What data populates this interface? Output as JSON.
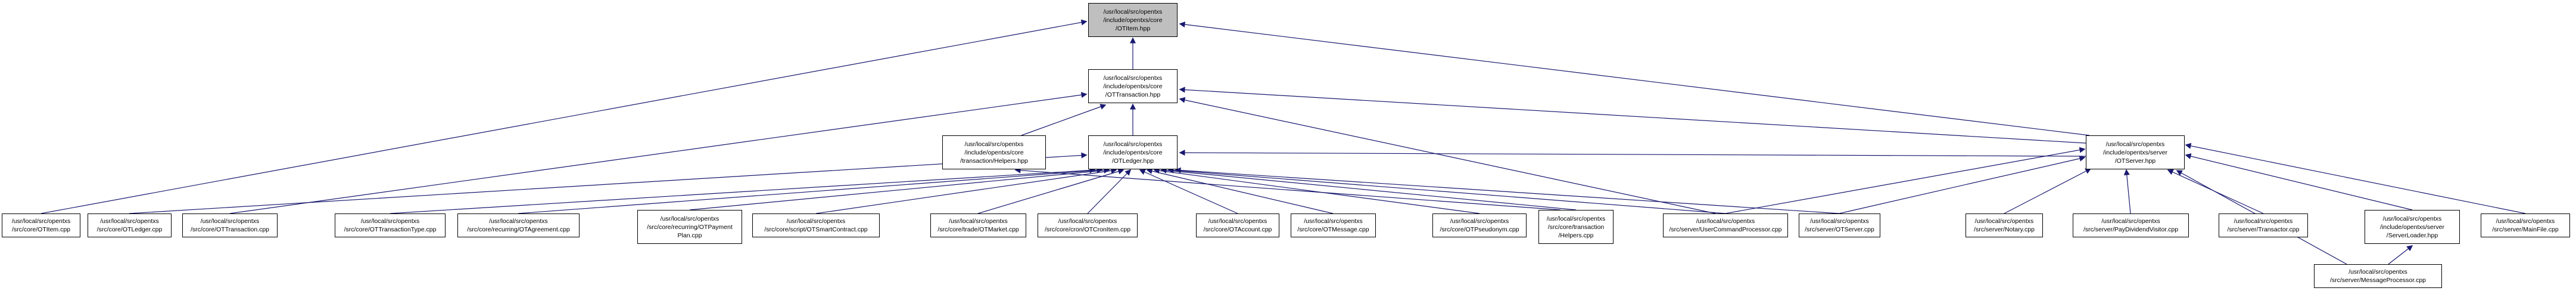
{
  "colors": {
    "edge": "#191970",
    "node_border": "#000000",
    "node_fill": "#ffffff",
    "subject_node_fill": "#bfbfbf",
    "text": "#000000"
  },
  "graph": {
    "nodes": {
      "otitem_hpp": {
        "label": "/usr/local/src/opentxs\n/include/opentxs/core\n/OTItem.hpp"
      },
      "ottransaction_hpp": {
        "label": "/usr/local/src/opentxs\n/include/opentxs/core\n/OTTransaction.hpp"
      },
      "transaction_helpers_hpp": {
        "label": "/usr/local/src/opentxs\n/include/opentxs/core\n/transaction/Helpers.hpp"
      },
      "otledger_hpp": {
        "label": "/usr/local/src/opentxs\n/include/opentxs/core\n/OTLedger.hpp"
      },
      "otserver_hpp": {
        "label": "/usr/local/src/opentxs\n/include/opentxs/server\n/OTServer.hpp"
      },
      "otitem_cpp": {
        "label": "/usr/local/src/opentxs\n/src/core/OTItem.cpp"
      },
      "otledger_cpp": {
        "label": "/usr/local/src/opentxs\n/src/core/OTLedger.cpp"
      },
      "ottransaction_cpp": {
        "label": "/usr/local/src/opentxs\n/src/core/OTTransaction.cpp"
      },
      "ottransactiontype_cpp": {
        "label": "/usr/local/src/opentxs\n/src/core/OTTransactionType.cpp"
      },
      "otagreement_cpp": {
        "label": "/usr/local/src/opentxs\n/src/core/recurring/OTAgreement.cpp"
      },
      "otpaymentplan_cpp": {
        "label": "/usr/local/src/opentxs\n/src/core/recurring/OTPayment\nPlan.cpp"
      },
      "otsmartcontract_cpp": {
        "label": "/usr/local/src/opentxs\n/src/core/script/OTSmartContract.cpp"
      },
      "otmarket_cpp": {
        "label": "/usr/local/src/opentxs\n/src/core/trade/OTMarket.cpp"
      },
      "otcronitem_cpp": {
        "label": "/usr/local/src/opentxs\n/src/core/cron/OTCronItem.cpp"
      },
      "otaccount_cpp": {
        "label": "/usr/local/src/opentxs\n/src/core/OTAccount.cpp"
      },
      "otmessage_cpp": {
        "label": "/usr/local/src/opentxs\n/src/core/OTMessage.cpp"
      },
      "otpseudonym_cpp": {
        "label": "/usr/local/src/opentxs\n/src/core/OTPseudonym.cpp"
      },
      "transaction_helpers_cpp": {
        "label": "/usr/local/src/opentxs\n/src/core/transaction\n/Helpers.cpp"
      },
      "usercommandprocessor_cpp": {
        "label": "/usr/local/src/opentxs\n/src/server/UserCommandProcessor.cpp"
      },
      "otserver_cpp": {
        "label": "/usr/local/src/opentxs\n/src/server/OTServer.cpp"
      },
      "notary_cpp": {
        "label": "/usr/local/src/opentxs\n/src/server/Notary.cpp"
      },
      "paydividendvisitor_cpp": {
        "label": "/usr/local/src/opentxs\n/src/server/PayDividendVisitor.cpp"
      },
      "transactor_cpp": {
        "label": "/usr/local/src/opentxs\n/src/server/Transactor.cpp"
      },
      "serverloader_hpp": {
        "label": "/usr/local/src/opentxs\n/include/opentxs/server\n/ServerLoader.hpp"
      },
      "mainfile_cpp": {
        "label": "/usr/local/src/opentxs\n/src/server/MainFile.cpp"
      },
      "messageprocessor_cpp": {
        "label": "/usr/local/src/opentxs\n/src/server/MessageProcessor.cpp"
      }
    }
  }
}
